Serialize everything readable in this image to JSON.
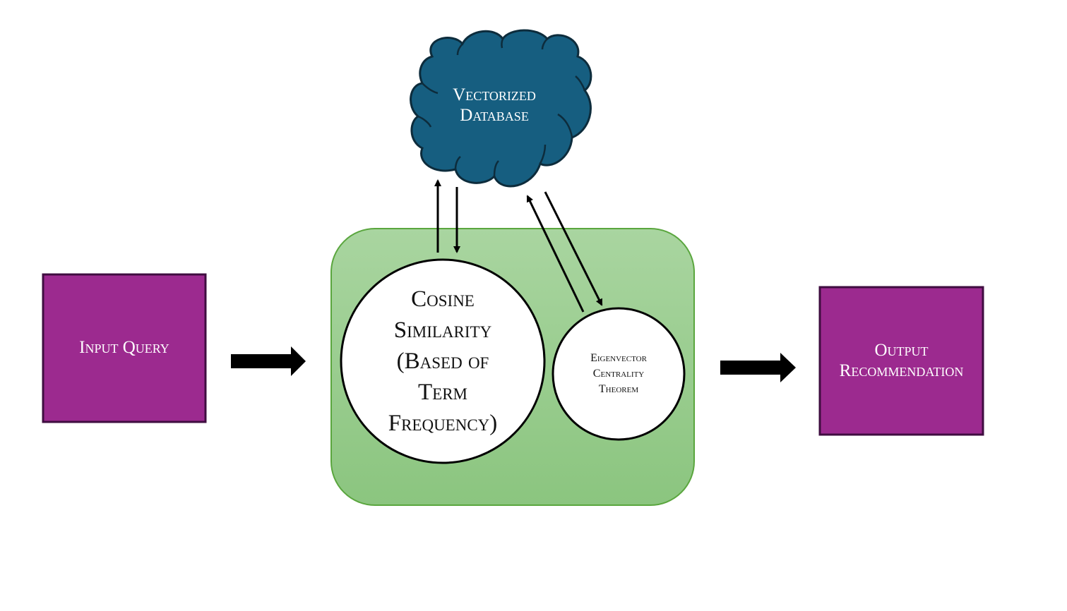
{
  "diagram": {
    "input": {
      "label": "Input Query"
    },
    "output": {
      "label_line1": "Output",
      "label_line2": "Recommendation"
    },
    "database": {
      "label_line1": "Vectorized",
      "label_line2": "Database"
    },
    "process_group": {
      "cosine": {
        "line1": "Cosine",
        "line2": "Similarity",
        "line3": "(Based of",
        "line4": "Term",
        "line5": "Frequency)"
      },
      "eigen": {
        "line1": "Eigenvector",
        "line2": "Centrality",
        "line3": "Theorem"
      }
    },
    "colors": {
      "purple_box": "#9c2a8f",
      "purple_border": "#3f0d40",
      "cloud_fill": "#165e80",
      "cloud_border": "#0d2c3c",
      "group_fill_top": "#a9d5a0",
      "group_fill_bottom": "#8bc57f",
      "group_border": "#5aa63e"
    }
  }
}
